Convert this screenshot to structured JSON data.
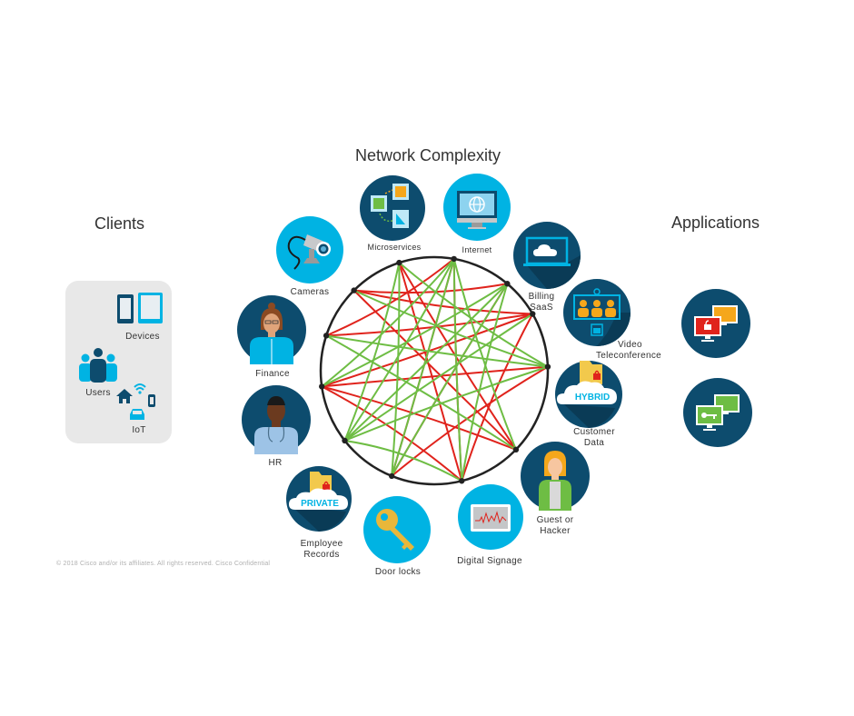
{
  "titles": {
    "clients": "Clients",
    "network": "Network Complexity",
    "applications": "Applications"
  },
  "clients": {
    "devices": "Devices",
    "users": "Users",
    "iot": "IoT"
  },
  "network_nodes": {
    "microservices": "Microservices",
    "internet": "Internet",
    "billing_line1": "Billing",
    "billing_line2": "SaaS",
    "video_line1": "Video",
    "video_line2": "Teleconference",
    "customer_line1": "Customer",
    "customer_line2": "Data",
    "customer_badge": "HYBRID",
    "guest_line1": "Guest or",
    "guest_line2": "Hacker",
    "signage": "Digital Signage",
    "doorlocks": "Door locks",
    "employee_line1": "Employee",
    "employee_line2": "Records",
    "employee_badge": "PRIVATE",
    "hr": "HR",
    "finance": "Finance",
    "cameras": "Cameras"
  },
  "footer": "© 2018  Cisco and/or its affiliates. All rights reserved.   Cisco Confidential",
  "colors": {
    "navy": "#0d4c6e",
    "cyan": "#00b3e3",
    "red_link": "#e0231c",
    "green_link": "#6ebd44",
    "panel": "#e8e8e8"
  }
}
